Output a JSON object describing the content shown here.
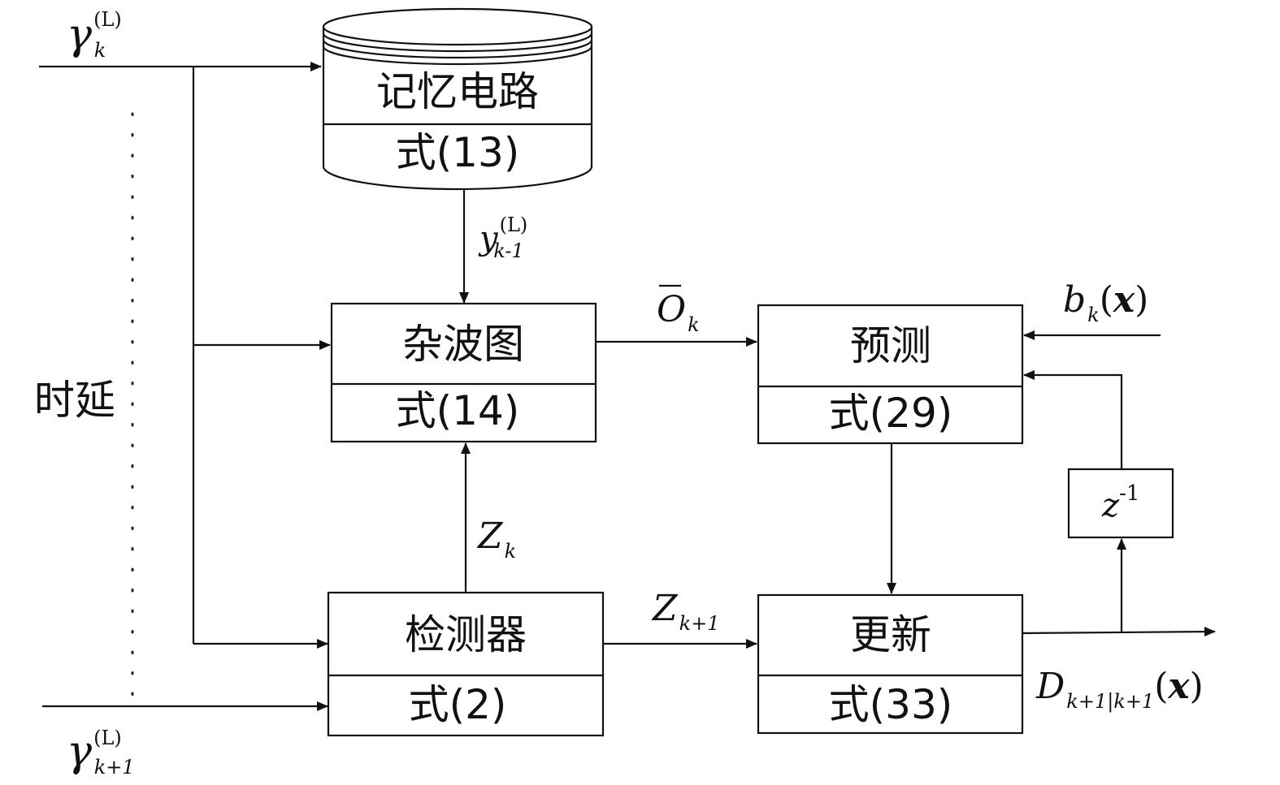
{
  "inputs": {
    "gamma_k": {
      "symbol": "γ",
      "sup": "(L)",
      "sub": "k"
    },
    "gamma_k1": {
      "symbol": "γ",
      "sup": "(L)",
      "sub": "k+1"
    },
    "delay_label": "时延"
  },
  "memory": {
    "title": "记忆电路",
    "eq": "式(13)"
  },
  "clutter": {
    "title": "杂波图",
    "eq": "式(14)"
  },
  "detector": {
    "title": "检测器",
    "eq": "式(2)"
  },
  "predict": {
    "title": "预测",
    "eq": "式(29)"
  },
  "update": {
    "title": "更新",
    "eq": "式(33)"
  },
  "delay_block": {
    "base": "z",
    "sup": "-1"
  },
  "signals": {
    "y": {
      "base": "y",
      "sup": "(L)",
      "sub": "k-1"
    },
    "obar": {
      "base": "O",
      "sub": "k"
    },
    "zk": {
      "base": "Z",
      "sub": "k"
    },
    "zk1": {
      "base": "Z",
      "sub": "k+1"
    },
    "bk": {
      "base": "b",
      "sub": "k",
      "arg_open": "(",
      "arg": "x",
      "arg_close": ")"
    },
    "d": {
      "base": "D",
      "sub": "k+1|k+1",
      "arg_open": "(",
      "arg": "x",
      "arg_close": ")"
    }
  }
}
